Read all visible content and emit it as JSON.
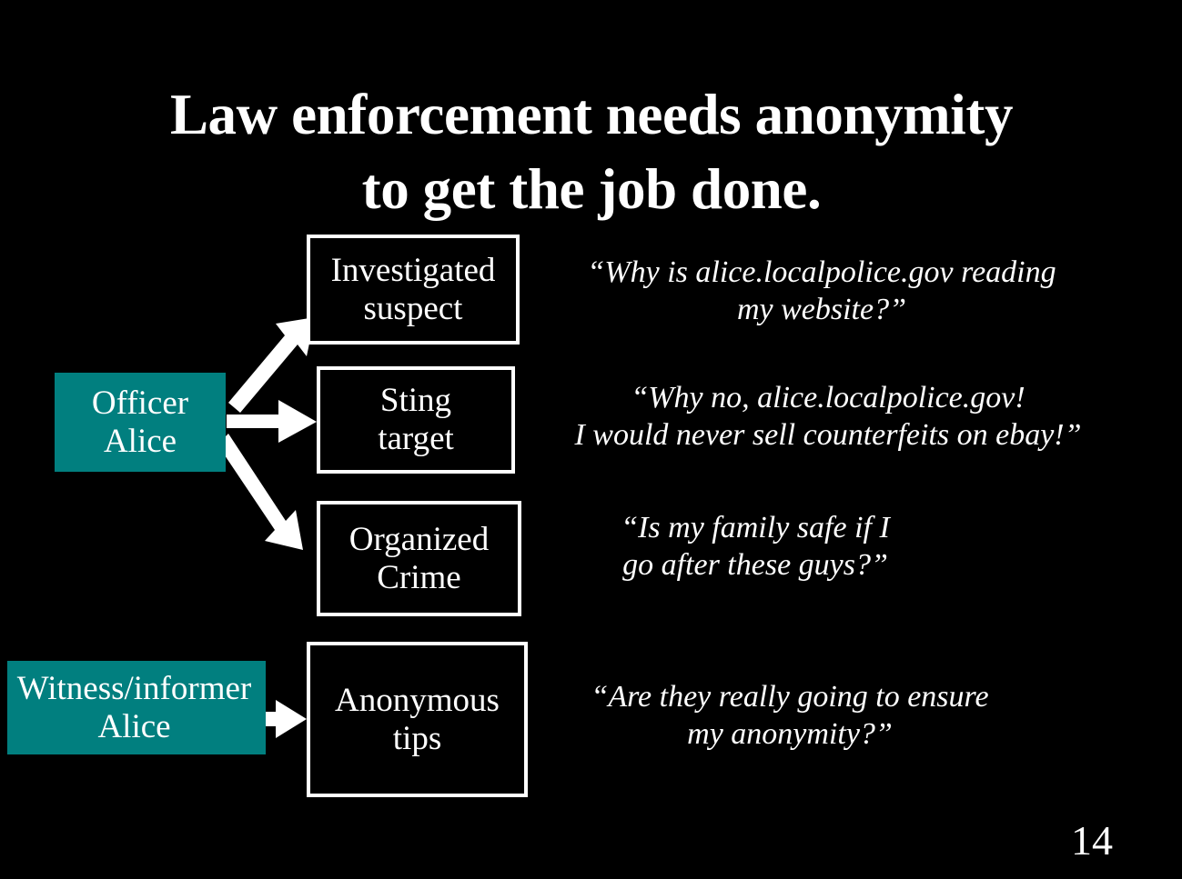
{
  "slide": {
    "title": "Law enforcement needs anonymity\nto get the job done.",
    "page_number": "14",
    "background_color": "#000000",
    "text_color": "#FFFFFF",
    "accent_color": "#017F7F"
  },
  "actors": [
    {
      "id": "officer-alice",
      "label": "Officer\nAlice",
      "style": "teal"
    },
    {
      "id": "witness-alice",
      "label": "Witness/informer\nAlice",
      "style": "teal"
    }
  ],
  "targets": [
    {
      "id": "investigated-suspect",
      "label": "Investigated\nsuspect",
      "style": "outlined"
    },
    {
      "id": "sting-target",
      "label": "Sting\ntarget",
      "style": "outlined"
    },
    {
      "id": "organized-crime",
      "label": "Organized\nCrime",
      "style": "outlined"
    },
    {
      "id": "anonymous-tips",
      "label": "Anonymous\ntips",
      "style": "outlined"
    }
  ],
  "quotes": [
    {
      "id": "quote-investigated",
      "text": "“Why is alice.localpolice.gov reading\nmy website?”"
    },
    {
      "id": "quote-sting",
      "text": "“Why no, alice.localpolice.gov!\nI would never sell counterfeits on ebay!”"
    },
    {
      "id": "quote-organized",
      "text": "“Is my family safe if I\ngo after these guys?”"
    },
    {
      "id": "quote-anonymous",
      "text": "“Are they really going to ensure\nmy anonymity?”"
    }
  ],
  "connectors": [
    {
      "id": "arrow-officer-to-investigated",
      "from": "officer-alice",
      "to": "investigated-suspect"
    },
    {
      "id": "arrow-officer-to-sting",
      "from": "officer-alice",
      "to": "sting-target"
    },
    {
      "id": "arrow-officer-to-organized",
      "from": "officer-alice",
      "to": "organized-crime"
    },
    {
      "id": "arrow-witness-to-anonymous",
      "from": "witness-alice",
      "to": "anonymous-tips"
    }
  ]
}
